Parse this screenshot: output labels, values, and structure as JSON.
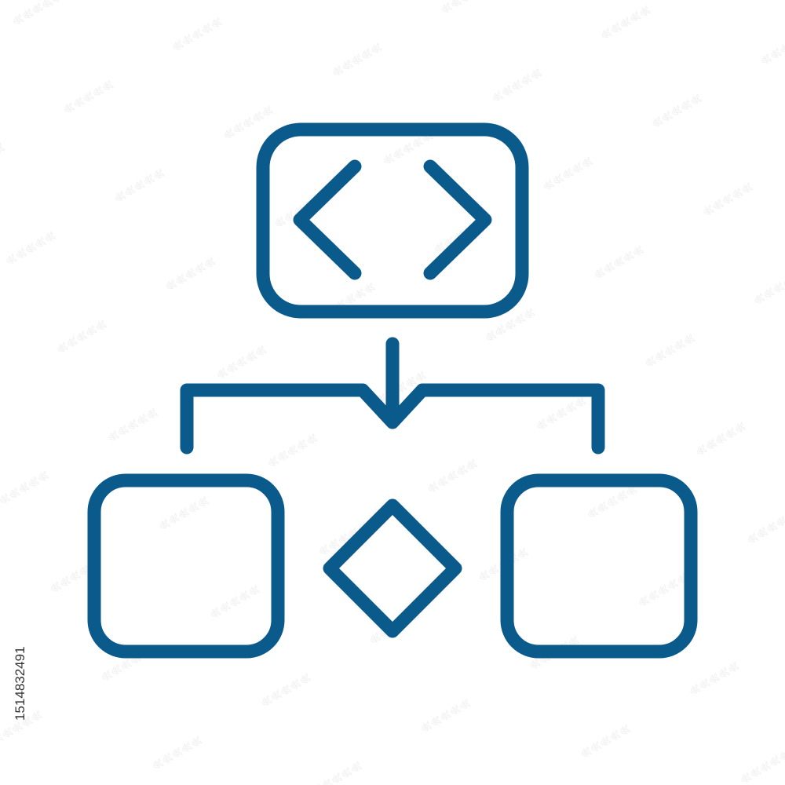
{
  "colors": {
    "stroke": "#0b5a8c",
    "background": "#ffffff",
    "watermark": "#e6e6e6",
    "id_text": "#333333"
  },
  "icon": {
    "name": "flowchart-code-icon",
    "parts": [
      "code-node",
      "branch-connector",
      "left-node",
      "decision-diamond",
      "right-node"
    ]
  },
  "stock_id": "1514832491"
}
